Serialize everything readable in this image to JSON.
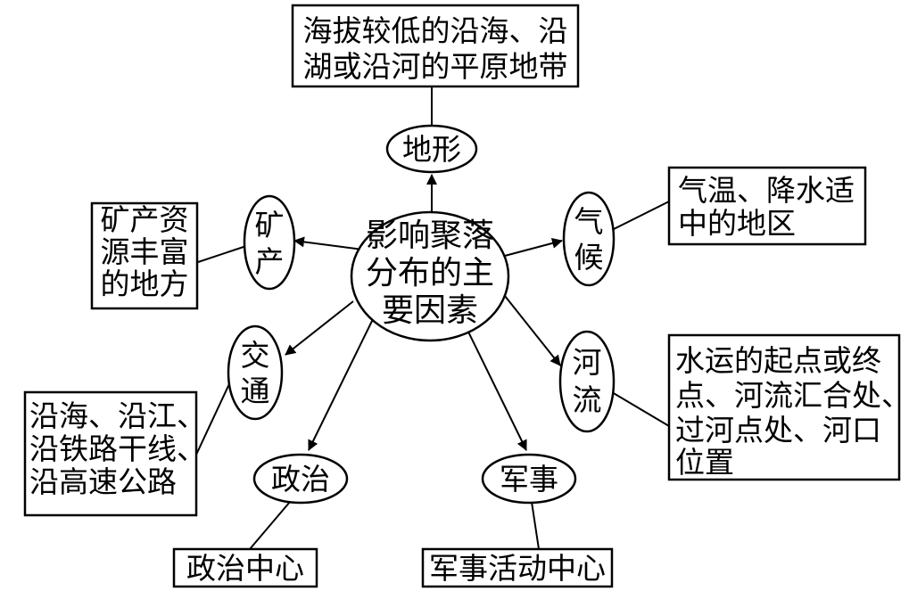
{
  "center": {
    "lines": [
      "影响聚落",
      "分布的主",
      "要因素"
    ]
  },
  "factors": [
    {
      "id": "terrain",
      "label": [
        "地形"
      ],
      "detail": [
        "海拔较低的沿海、沿",
        "湖或沿河的平原地带"
      ]
    },
    {
      "id": "climate",
      "label": [
        "气",
        "候"
      ],
      "detail": [
        "气温、降水适",
        "中的地区"
      ]
    },
    {
      "id": "river",
      "label": [
        "河",
        "流"
      ],
      "detail": [
        "水运的起点或终",
        "点、河流汇合处、",
        "过河点处、河口",
        "位置"
      ]
    },
    {
      "id": "military",
      "label": [
        "军事"
      ],
      "detail": [
        "军事活动中心"
      ]
    },
    {
      "id": "politics",
      "label": [
        "政治"
      ],
      "detail": [
        "政治中心"
      ]
    },
    {
      "id": "transport",
      "label": [
        "交",
        "通"
      ],
      "detail": [
        "沿海、沿江、",
        "沿铁路干线、",
        "沿高速公路"
      ]
    },
    {
      "id": "mineral",
      "label": [
        "矿",
        "产"
      ],
      "detail": [
        "矿产资",
        "源丰富",
        "的地方"
      ]
    }
  ]
}
